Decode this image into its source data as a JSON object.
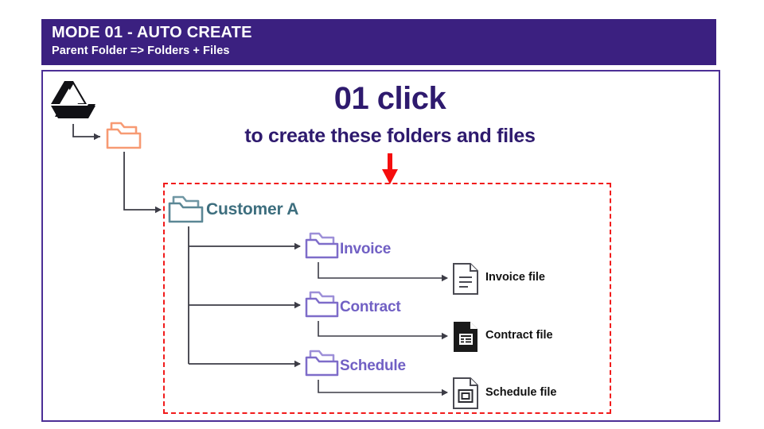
{
  "header": {
    "title": "MODE 01 - AUTO CREATE",
    "subtitle": "Parent Folder => Folders + Files",
    "bar_color": "#3b2080"
  },
  "headline": {
    "main": "01 click",
    "sub": "to create these folders and files",
    "color": "#2e1a6e"
  },
  "source": {
    "drive_icon": "google-drive-icon",
    "parent_folder_icon": "folder-icon",
    "parent_folder_color": "#f79a73"
  },
  "tree": {
    "root": {
      "label": "Customer A",
      "icon": "folder-icon",
      "color": "#3d6e7e"
    },
    "children": [
      {
        "label": "Invoice",
        "icon": "folder-icon",
        "color": "#7160c4",
        "file": {
          "label": "Invoice file",
          "icon": "document-file-icon",
          "color": "#ffffff"
        }
      },
      {
        "label": "Contract",
        "icon": "folder-icon",
        "color": "#7160c4",
        "file": {
          "label": "Contract file",
          "icon": "spreadsheet-file-icon",
          "color": "#1a1a1a"
        }
      },
      {
        "label": "Schedule",
        "icon": "folder-icon",
        "color": "#7160c4",
        "file": {
          "label": "Schedule file",
          "icon": "presentation-file-icon",
          "color": "#ffffff"
        }
      }
    ]
  },
  "callout": {
    "arrow_icon": "down-arrow-icon",
    "arrow_color": "#f50d0d",
    "dashed_box_color": "#f11b1b"
  },
  "frame": {
    "border_color": "#4c2f96"
  }
}
